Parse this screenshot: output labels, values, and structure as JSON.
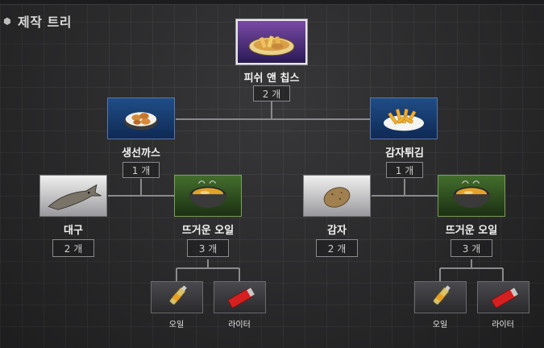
{
  "header": {
    "title": "제작 트리"
  },
  "nodes": {
    "root": {
      "name": "피쉬 앤 칩스",
      "count": "2 개"
    },
    "fishcutlet": {
      "name": "생선까스",
      "count": "1 개"
    },
    "fries": {
      "name": "감자튀김",
      "count": "1 개"
    },
    "cod": {
      "name": "대구",
      "count": "2 개"
    },
    "oil1": {
      "name": "뜨거운 오일",
      "count": "3 개"
    },
    "potato": {
      "name": "감자",
      "count": "2 개"
    },
    "oil2": {
      "name": "뜨거운 오일",
      "count": "3 개"
    },
    "oila": {
      "name": "오일"
    },
    "lightera": {
      "name": "라이터"
    },
    "oilb": {
      "name": "오일"
    },
    "lighterb": {
      "name": "라이터"
    }
  },
  "icons": {
    "root": "fish-and-chips-icon",
    "fishcutlet": "fish-cutlet-icon",
    "fries": "french-fries-icon",
    "cod": "cod-fish-icon",
    "oil": "hot-oil-pot-icon",
    "potato": "potato-icon",
    "oil_bottle": "oil-bottle-icon",
    "lighter": "lighter-icon"
  }
}
